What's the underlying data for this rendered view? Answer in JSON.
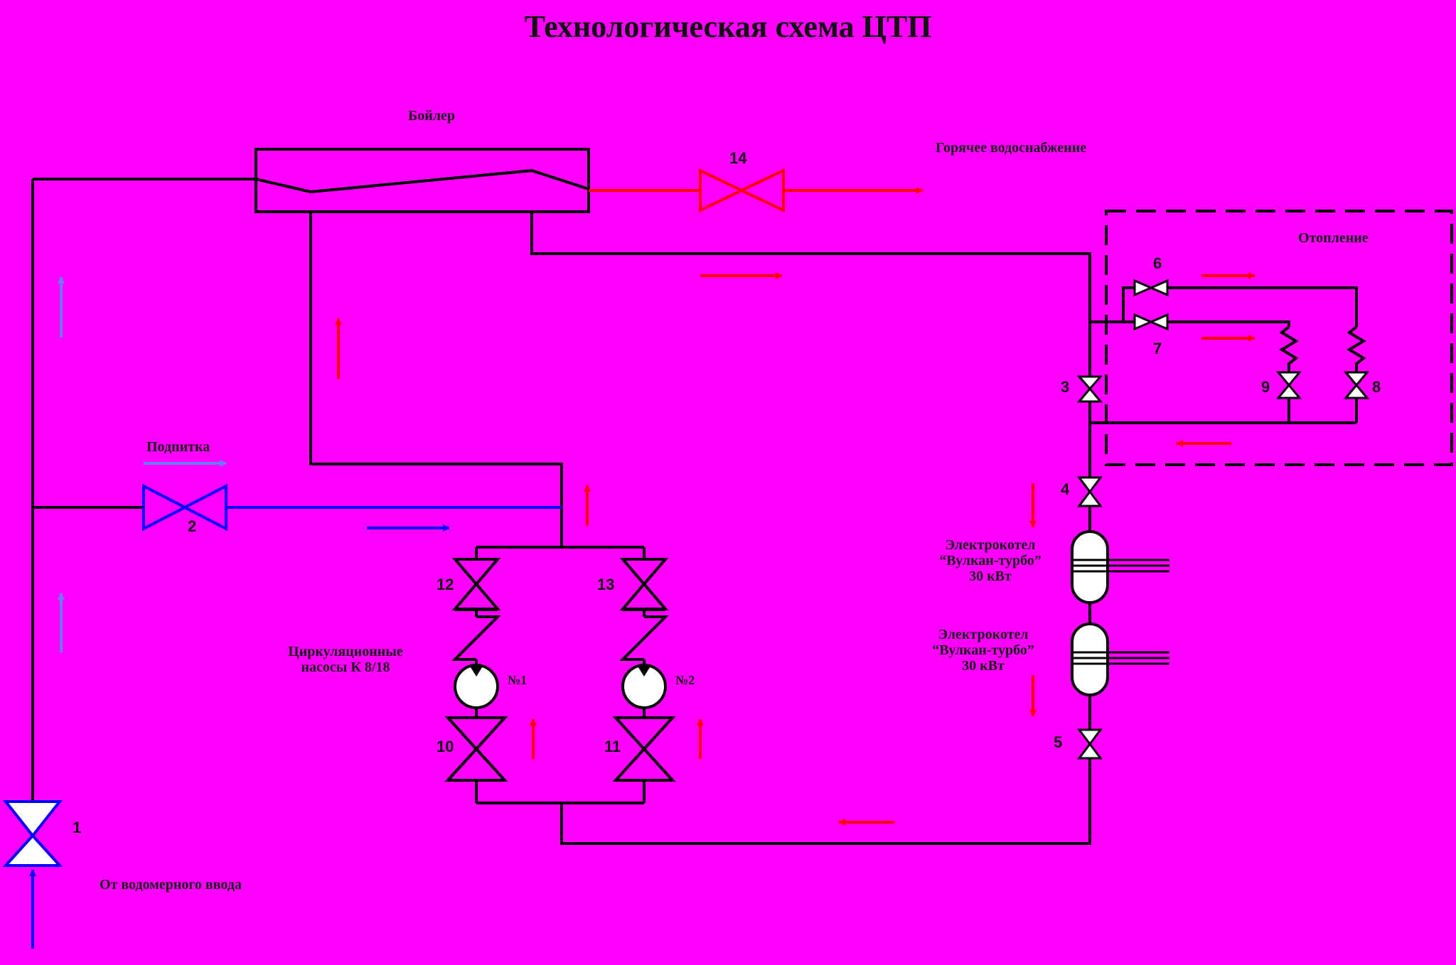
{
  "title": "Технологическая схема ЦТП",
  "labels": {
    "boiler": "Бойлер",
    "hot_water": "Горячее водоснабжение",
    "heating": "Отопление",
    "makeup": "Подпитка",
    "from_meter": "От водомерного ввода",
    "pumps": [
      "Циркуляционные",
      "насосы  К 8/18"
    ],
    "electroboiler_1": [
      "Электрокотел",
      "“Вулкан-турбо”",
      "30 кВт"
    ],
    "electroboiler_2": [
      "Электрокотел",
      "“Вулкан-турбо”",
      "30 кВт"
    ],
    "pump_1": "№1",
    "pump_2": "№2"
  },
  "valves": [
    "1",
    "2",
    "3",
    "4",
    "5",
    "6",
    "7",
    "8",
    "9",
    "10",
    "11",
    "12",
    "13",
    "14"
  ],
  "colors": {
    "background": "#ff00ff",
    "pipe": "#000000",
    "hot_flow": "#ff0000",
    "cold_flow": "#0000ff",
    "cold_arrow_light": "#6a7bff"
  }
}
